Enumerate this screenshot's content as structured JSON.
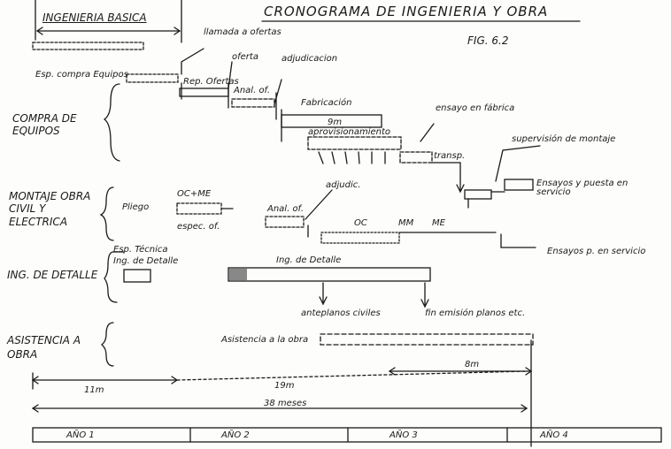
{
  "title": "CRONOGRAMA DE INGENIERIA Y OBRA",
  "fig": "FIG. 6.2",
  "ingenieria_basica": "INGENIERIA BASICA",
  "sections": {
    "compra": "COMPRA DE EQUIPOS",
    "montaje": "MONTAJE OBRA CIVIL Y ELECTRICA",
    "ing_detalle": "ING. DE DETALLE",
    "asistencia": "ASISTENCIA A OBRA"
  },
  "notes": {
    "llamada": "llamada a ofertas",
    "oferta": "oferta",
    "adjudicacion": "adjudicacion",
    "esp_compra": "Esp. compra Equipos",
    "rep_ofertas": "Rep. Ofertas",
    "anal_of": "Anal. of.",
    "fabricacion": "Fabricación",
    "fab_dur": "9m",
    "ensayo_fabrica": "ensayo en fábrica",
    "aprovisionamiento": "aprovisionamiento",
    "transp": "transp.",
    "supervision": "supervisión de montaje",
    "ensayos_puesta": "Ensayos y puesta en servicio",
    "oc_me": "OC+ME",
    "pliego": "Pliego",
    "esp_oferta": "espec. of.",
    "anal_of2": "Anal. of.",
    "adjudic": "adjudic.",
    "oc": "OC",
    "mm": "MM",
    "me": "ME",
    "ensayos_servicio": "Ensayos p. en servicio",
    "esp_tecnica": "Esp. Técnica",
    "ing_detalle_lbl": "Ing. de Detalle",
    "ing_detalle_bar": "Ing. de Detalle",
    "anteplanos": "anteplanos civiles",
    "planos": "fin emisión planos etc.",
    "asistencia": "Asistencia a la obra"
  },
  "durations": {
    "d11": "11m",
    "d19": "19m",
    "d8": "8m",
    "d38": "38 meses"
  },
  "years": [
    "AÑO 1",
    "AÑO 2",
    "AÑO 3",
    "AÑO 4"
  ]
}
